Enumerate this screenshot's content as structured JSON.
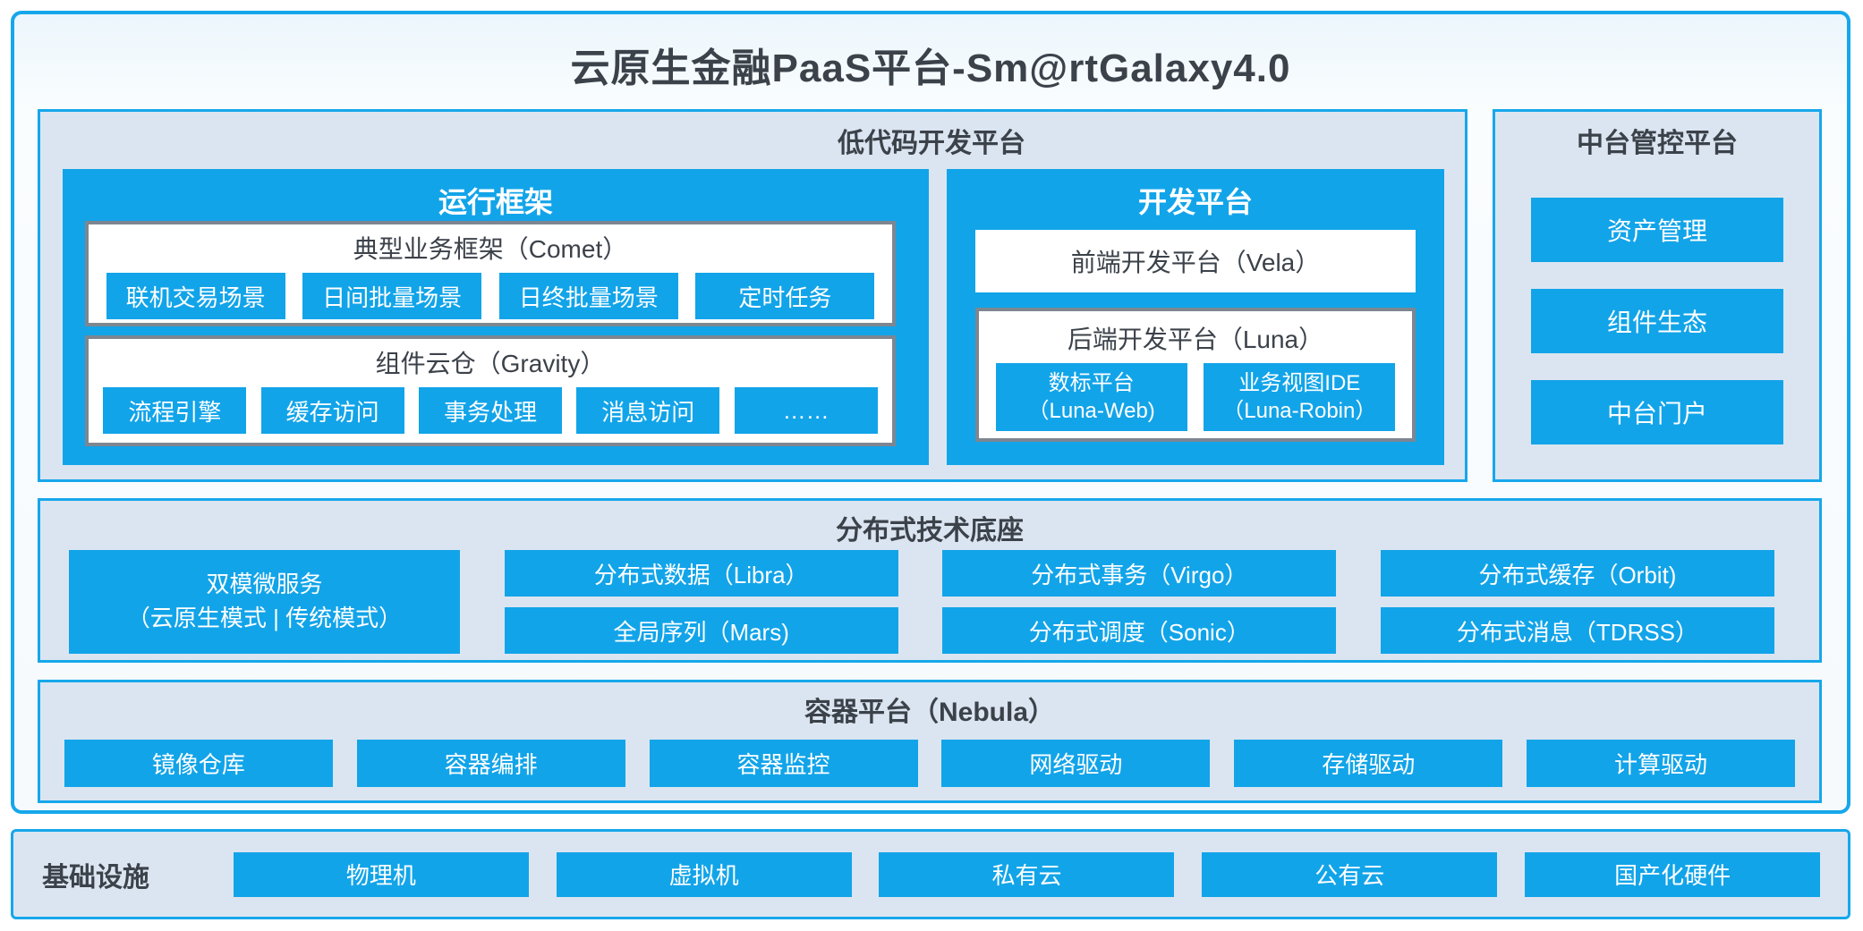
{
  "page": {
    "title": "云原生金融PaaS平台-Sm@rtGalaxy4.0"
  },
  "colors": {
    "accent_blue": "#12A4E9",
    "panel_background": "#DBE5F1",
    "dark_text": "#3C424A",
    "box_border_gray": "#7D8691"
  },
  "lowcode": {
    "title": "低代码开发平台",
    "runtime": {
      "title": "运行框架",
      "comet": {
        "title": "典型业务框架（Comet）",
        "items": [
          "联机交易场景",
          "日间批量场景",
          "日终批量场景",
          "定时任务"
        ]
      },
      "gravity": {
        "title": "组件云仓（Gravity）",
        "items": [
          "流程引擎",
          "缓存访问",
          "事务处理",
          "消息访问",
          "……"
        ]
      }
    },
    "dev": {
      "title": "开发平台",
      "vela": "前端开发平台（Vela）",
      "luna": {
        "title": "后端开发平台（Luna）",
        "items": [
          {
            "line1": "数标平台",
            "line2": "（Luna-Web)"
          },
          {
            "line1": "业务视图IDE",
            "line2": "（Luna-Robin）"
          }
        ]
      }
    }
  },
  "midplatform": {
    "title": "中台管控平台",
    "items": [
      "资产管理",
      "组件生态",
      "中台门户"
    ]
  },
  "distributed": {
    "title": "分布式技术底座",
    "dual_mode": {
      "line1": "双模微服务",
      "line2": "（云原生模式 | 传统模式）"
    },
    "columns": [
      {
        "top": "分布式数据（Libra）",
        "bottom": "全局序列（Mars)"
      },
      {
        "top": "分布式事务（Virgo）",
        "bottom": "分布式调度（Sonic）"
      },
      {
        "top": "分布式缓存（Orbit)",
        "bottom": "分布式消息（TDRSS）"
      }
    ]
  },
  "container_platform": {
    "title": "容器平台（Nebula）",
    "items": [
      "镜像仓库",
      "容器编排",
      "容器监控",
      "网络驱动",
      "存储驱动",
      "计算驱动"
    ]
  },
  "infrastructure": {
    "title": "基础设施",
    "items": [
      "物理机",
      "虚拟机",
      "私有云",
      "公有云",
      "国产化硬件"
    ]
  }
}
